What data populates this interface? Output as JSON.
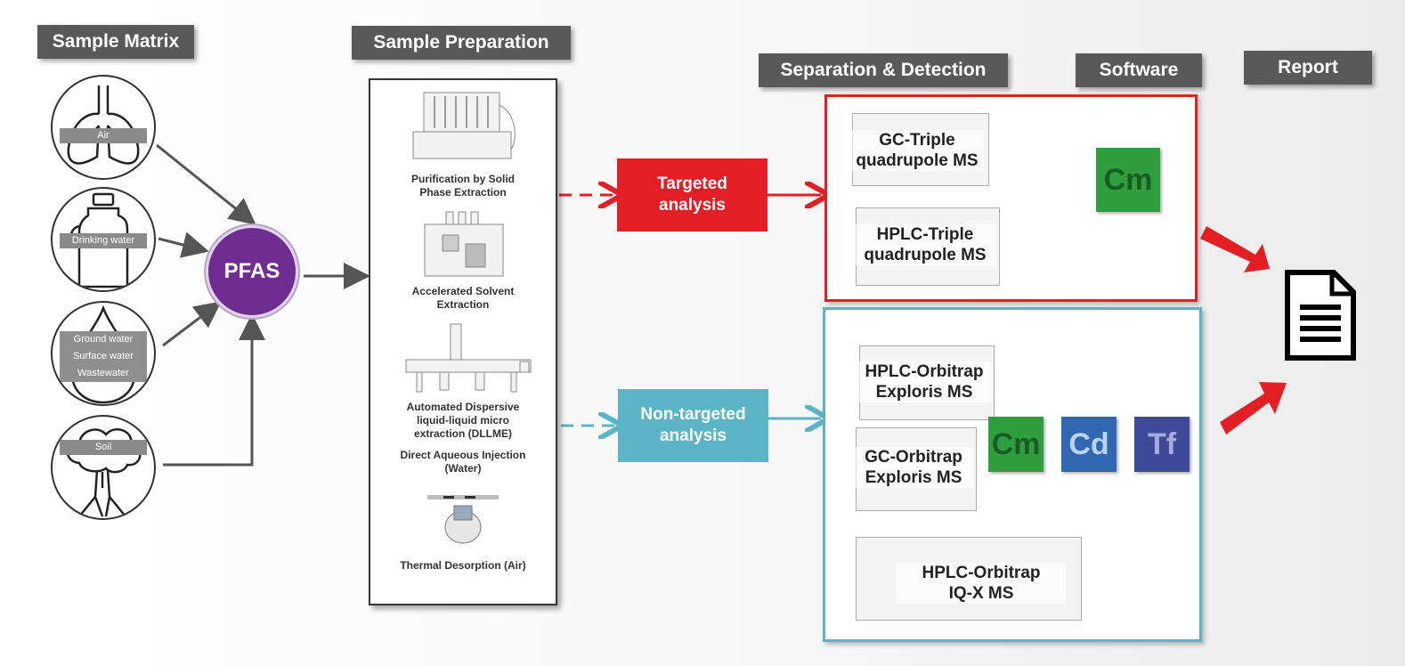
{
  "headers": {
    "sample_matrix": "Sample Matrix",
    "sample_preparation": "Sample Preparation",
    "separation_detection": "Separation & Detection",
    "software": "Software",
    "report": "Report"
  },
  "matrices": [
    {
      "label": "Air",
      "icon": "lungs-icon"
    },
    {
      "label": "Drinking water",
      "icon": "bottle-icon"
    },
    {
      "label": "Ground water",
      "icon": "water-drop-icon"
    },
    {
      "label": "Surface water",
      "icon": "water-drop-icon"
    },
    {
      "label": "Wastewater",
      "icon": "water-drop-icon"
    },
    {
      "label": "Soil",
      "icon": "tree-icon"
    }
  ],
  "pfas_label": "PFAS",
  "preparation": {
    "spe_line1": "Purification by Solid",
    "spe_line2": "Phase Extraction",
    "ase_line1": "Accelerated Solvent",
    "ase_line2": "Extraction",
    "dllme_line1": "Automated Dispersive",
    "dllme_line2": "liquid-liquid micro",
    "dllme_line3": "extraction (DLLME)",
    "dai_line1": "Direct Aqueous Injection",
    "dai_line2": "(Water)",
    "td_label": "Thermal Desorption (Air)"
  },
  "analysis": {
    "targeted_line1": "Targeted",
    "targeted_line2": "analysis",
    "nontargeted_line1": "Non-targeted",
    "nontargeted_line2": "analysis"
  },
  "instruments": {
    "gc_tq_line1": "GC-Triple",
    "gc_tq_line2": "quadrupole MS",
    "hplc_tq_line1": "HPLC-Triple",
    "hplc_tq_line2": "quadrupole MS",
    "hplc_orbi_line1": "HPLC-Orbitrap",
    "hplc_orbi_line2": "Exploris MS",
    "gc_orbi_line1": "GC-Orbitrap",
    "gc_orbi_line2": "Exploris MS",
    "hplc_iqx_line1": "HPLC-Orbitrap",
    "hplc_iqx_line2": "IQ-X MS"
  },
  "software": {
    "targeted": [
      {
        "abbr": "Cm",
        "color": "#2e9e3e"
      }
    ],
    "nontargeted": [
      {
        "abbr": "Cm",
        "color": "#2e9e3e"
      },
      {
        "abbr": "Cd",
        "color": "#2f67b1"
      },
      {
        "abbr": "Tf",
        "color": "#3f4a9a"
      }
    ]
  },
  "colors": {
    "targeted": "#e31e24",
    "nontargeted": "#5bb5c6",
    "pfas": "#6f2c91",
    "header": "#595959"
  },
  "report_icon": "document-icon"
}
